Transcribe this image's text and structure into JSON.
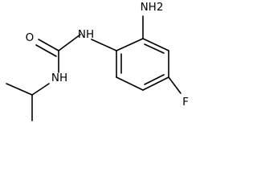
{
  "molecule": {
    "atoms": {
      "nh2": "NH2",
      "nh_aryl": "NH",
      "o": "O",
      "nh_isopropyl": "NH",
      "f": "F"
    }
  },
  "colors": {
    "bond": "#000000",
    "label": "#000000",
    "background": "#ffffff"
  }
}
